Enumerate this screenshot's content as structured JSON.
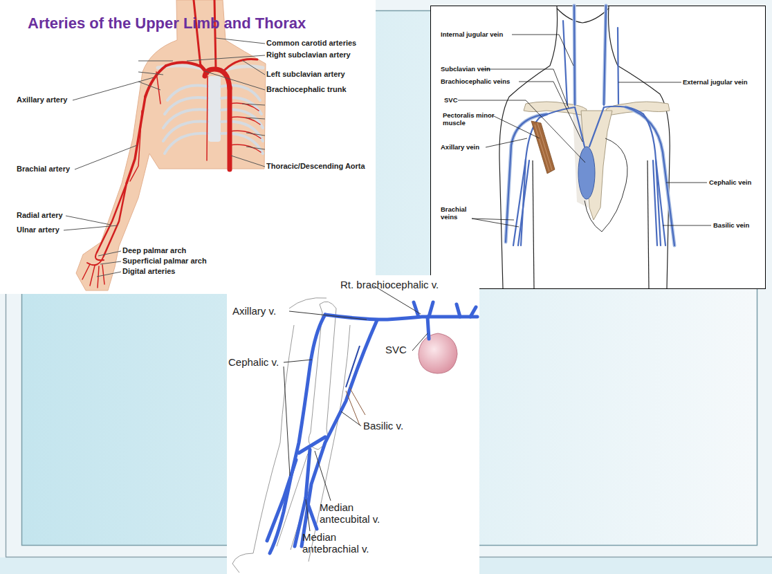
{
  "diagram": {
    "title": "Arteries of the Upper Limb and Thorax",
    "labels": [
      "Common carotid arteries",
      "Right subclavian artery",
      "Left subclavian artery",
      "Brachiocephalic trunk",
      "Axillary artery",
      "Thoracic/Descending Aorta",
      "Brachial artery",
      "Radial artery",
      "Ulnar artery",
      "Deep palmar arch",
      "Superficial palmar arch",
      "Digital arteries",
      "Internal jugular vein",
      "Subclavian vein",
      "Brachiocephalic veins",
      "SVC",
      "Pectoralis minor muscle",
      "Axillary vein",
      "Brachial veins",
      "External jugular vein",
      "Cephalic vein",
      "Basilic vein",
      "Rt. brachiocephalic v.",
      "Axillary v.",
      "Cephalic v.",
      "SVC",
      "Basilic v.",
      "Median antecubital v.",
      "Median antebrachial v."
    ]
  }
}
